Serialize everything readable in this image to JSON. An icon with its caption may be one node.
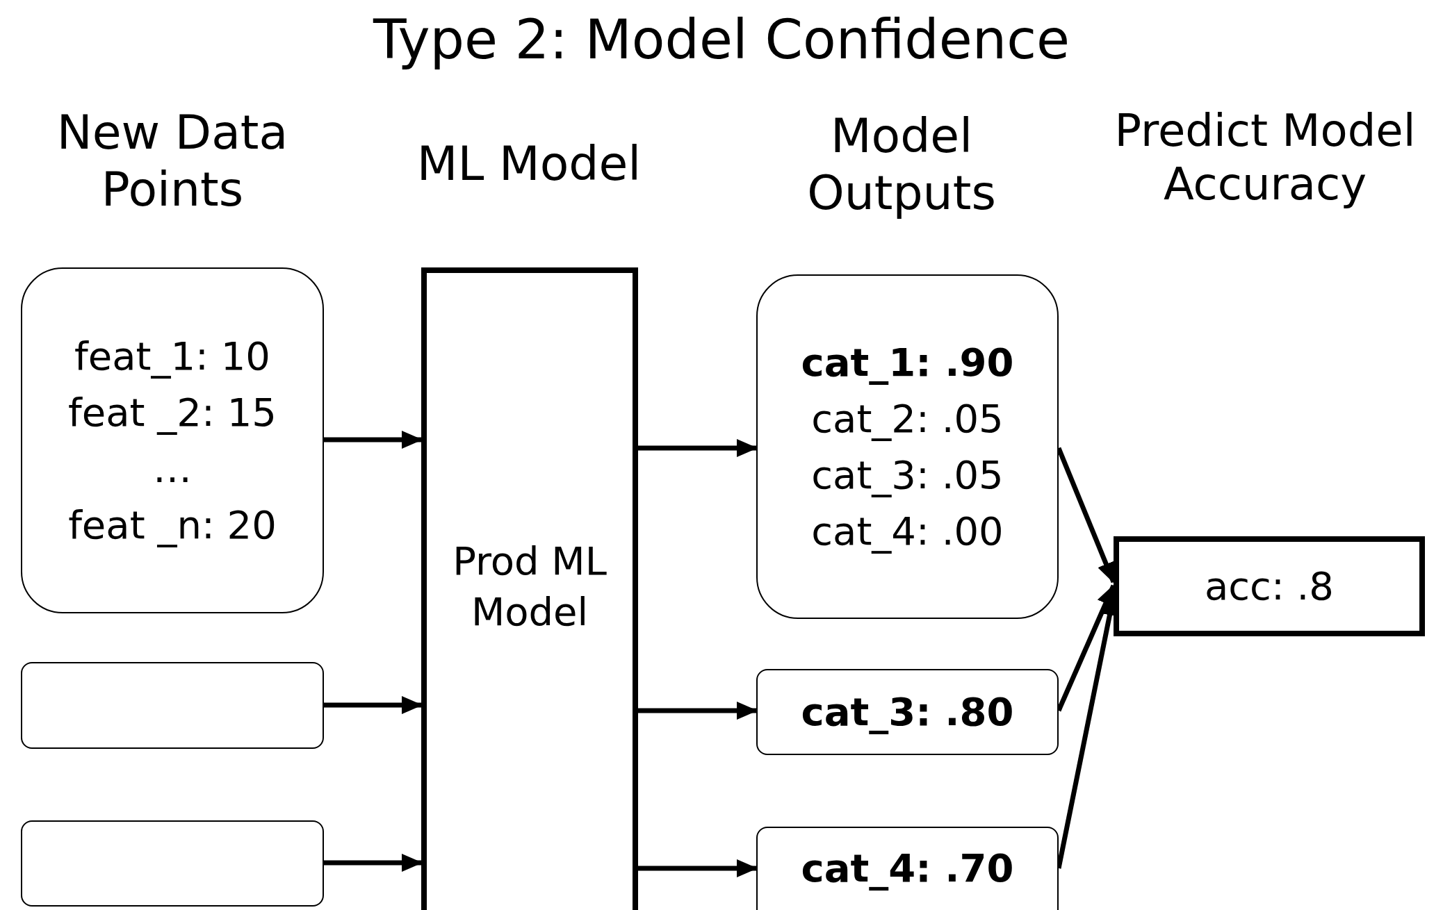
{
  "diagram": {
    "title": "Type 2: Model Confidence",
    "nodes": [
      {
        "text": [
          "feat_1: 10",
          "feat _2: 15",
          "…",
          "feat _n: 20"
        ]
      },
      {
        "text": [],
        "shape": "box"
      },
      {
        "text": [],
        "shape": "box"
      },
      {
        "text": [
          "Prod ML Model"
        ]
      },
      {
        "text": [
          "cat_1: .90",
          "cat_2: .05",
          "cat_3: .05",
          "cat_4: .00"
        ]
      },
      {
        "text": [
          "cat_3: .80"
        ]
      },
      {
        "text": [
          "cat_4: .70"
        ]
      },
      {
        "text": [
          "acc: .8"
        ]
      }
    ],
    "edges": [
      {
        "from": 0,
        "to": 3,
        "arrow": "to"
      },
      {
        "from": 1,
        "to": 3,
        "arrow": "to"
      },
      {
        "from": 2,
        "to": 3,
        "arrow": "to"
      },
      {
        "from": 3,
        "to": 4,
        "arrow": "to"
      },
      {
        "from": 3,
        "to": 5,
        "arrow": "to"
      },
      {
        "from": 3,
        "to": 6,
        "arrow": "to"
      },
      {
        "from": 4,
        "to": 7,
        "arrow": "to"
      },
      {
        "from": 5,
        "to": 7,
        "arrow": "to"
      },
      {
        "from": 6,
        "to": 7,
        "arrow": "to"
      }
    ],
    "labels": [
      "New Data Points",
      "ML Model",
      "Model Outputs",
      "Predict Model Accuracy"
    ]
  }
}
